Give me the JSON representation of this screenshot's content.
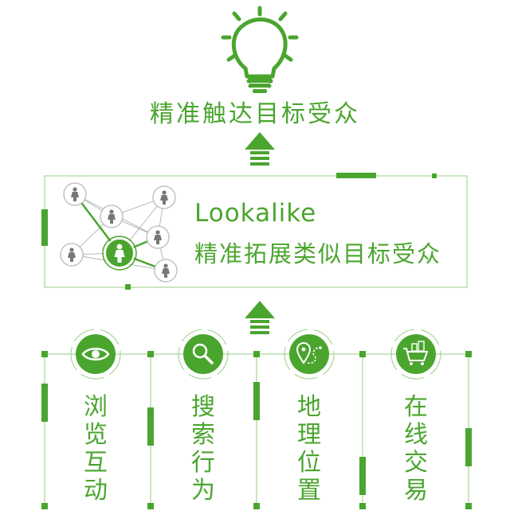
{
  "top_title": "精准触达目标受众",
  "lookalike": {
    "line1": "Lookalike",
    "line2": "精准拓展类似目标受众"
  },
  "sources": [
    {
      "label": "浏览互动",
      "icon": "eye-icon"
    },
    {
      "label": "搜索行为",
      "icon": "magnifier-icon"
    },
    {
      "label": "地理位置",
      "icon": "location-pin-icon"
    },
    {
      "label": "在线交易",
      "icon": "shopping-cart-icon"
    }
  ],
  "colors": {
    "accent": "#4aa52e",
    "line": "#a8d59a",
    "network_line": "#b9b9b9"
  },
  "icons": {
    "top": "lightbulb-icon",
    "arrows": "up-arrow-icon",
    "network": "people-network-icon"
  }
}
